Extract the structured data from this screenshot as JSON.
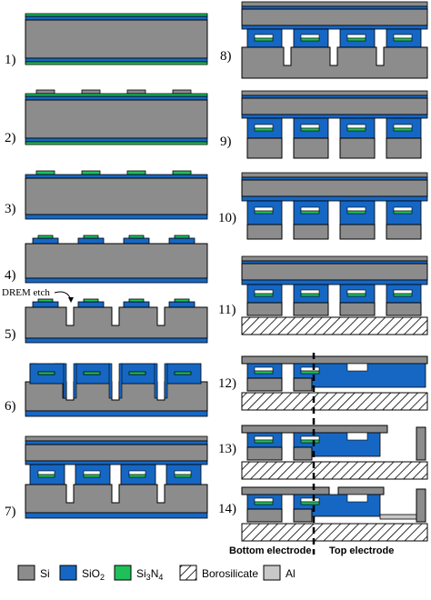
{
  "colors": {
    "si": "#8c8c8c",
    "sio2": "#1667c4",
    "si3n4": "#1fc05a",
    "al": "#c8c8c8",
    "borosilicate_fill": "#ffffff",
    "outline": "#000000"
  },
  "steps": {
    "s1": "1)",
    "s2": "2)",
    "s3": "3)",
    "s4": "4)",
    "s5": "5)",
    "s6": "6)",
    "s7": "7)",
    "s8": "8)",
    "s9": "9)",
    "s10": "10)",
    "s11": "11)",
    "s12": "12)",
    "s13": "13)",
    "s14": "14)"
  },
  "annotations": {
    "drem_etch": "DREM etch",
    "bottom_electrode": "Bottom electrode",
    "top_electrode": "Top electrode"
  },
  "legend": [
    {
      "label": "Si",
      "swatch": "si"
    },
    {
      "label": "SiO",
      "sub": "2",
      "swatch": "sio2"
    },
    {
      "label": "Si",
      "sub": "3",
      "label2": "N",
      "sub2": "4",
      "swatch": "si3n4"
    },
    {
      "label": "Borosilicate",
      "swatch": "borosilicate"
    },
    {
      "label": "Al",
      "swatch": "al"
    }
  ]
}
